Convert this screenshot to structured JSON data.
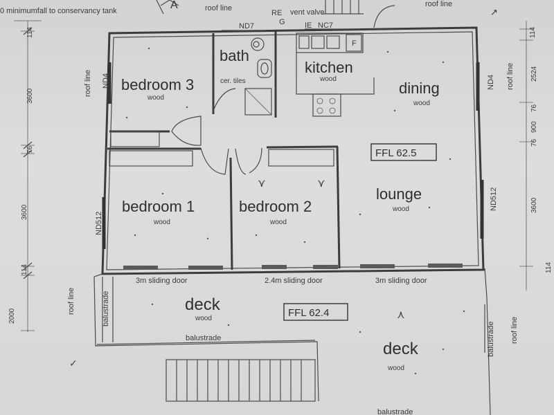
{
  "rooms": {
    "bedroom3": {
      "name": "bedroom 3",
      "material": "wood"
    },
    "bath": {
      "name": "bath",
      "material": "cer. tiles"
    },
    "kitchen": {
      "name": "kitchen",
      "material": "wood"
    },
    "dining": {
      "name": "dining",
      "material": "wood"
    },
    "bedroom1": {
      "name": "bedroom 1",
      "material": "wood"
    },
    "bedroom2": {
      "name": "bedroom 2",
      "material": "wood"
    },
    "lounge": {
      "name": "lounge",
      "material": "wood"
    },
    "deck_left": {
      "name": "deck",
      "material": "wood"
    },
    "deck_right": {
      "name": "deck",
      "material": "wood"
    }
  },
  "levels": {
    "upper": "FFL 62.5",
    "deck": "FFL 62.4"
  },
  "doors": {
    "bed1": "3m sliding door",
    "bed2": "2.4m sliding door",
    "lounge": "3m sliding door"
  },
  "notes": {
    "top_left": "0 minimumfall to conservancy tank",
    "roof_line": "roof line",
    "re": "RE",
    "g": "G",
    "vent_valve": "vent valve",
    "ie": "IE",
    "nc7": "NC7",
    "nd7": "ND7",
    "nd4": "ND4",
    "nd512": "ND512",
    "f": "F",
    "balustrade": "balustrade"
  },
  "dimensions": {
    "left": [
      "114",
      "3600",
      "76",
      "3600",
      "114",
      "2000"
    ],
    "right": [
      "114",
      "2524",
      "76",
      "900",
      "76",
      "3600",
      "114"
    ]
  }
}
